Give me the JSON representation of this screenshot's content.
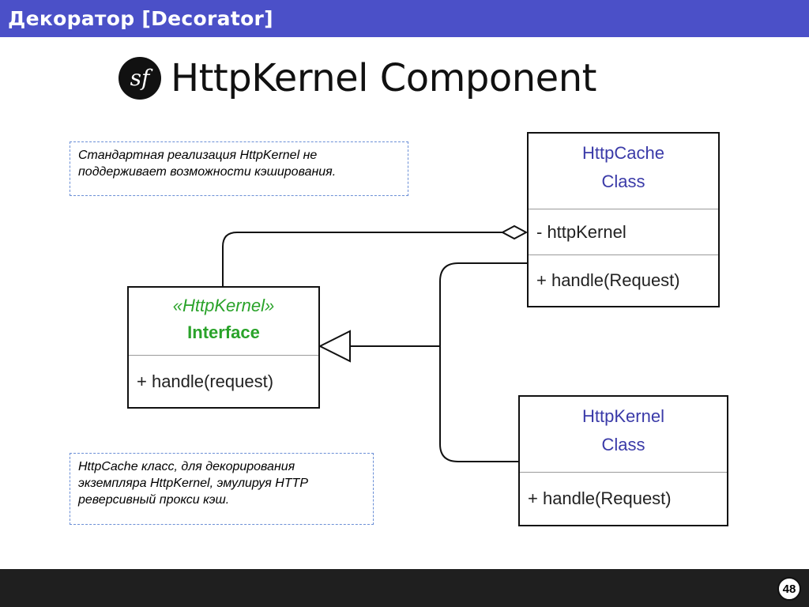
{
  "header": {
    "title": "Декоратор [Decorator]"
  },
  "heading": {
    "title": "HttpKernel Component",
    "logo_text": "sf"
  },
  "notes": {
    "top": {
      "lines": [
        "Стандартная реализация HttpKernel  не",
        "поддерживает возможности кэширования."
      ]
    },
    "bottom": {
      "lines": [
        "HttpCache класс, для декорирования",
        "экземпляра HttpKernel, эмулируя HTTP",
        "реверсивный прокси кэш."
      ]
    }
  },
  "uml": {
    "http_cache": {
      "name": "HttpCache",
      "stereotype": "Class",
      "attribute": "-  httpKernel",
      "method": "+ handle(Request)"
    },
    "interface": {
      "stereotype": "«HttpKernel»",
      "name": "Interface",
      "method": "+ handle(request)"
    },
    "http_kernel": {
      "name": "HttpKernel",
      "stereotype": "Class",
      "method": "+ handle(Request)"
    }
  },
  "footer": {
    "page_number": "48"
  },
  "colors": {
    "header_bg": "#4b50c8",
    "class_name": "#3a3aa8",
    "interface_name": "#2aa32a",
    "footer_bg": "#1f1f1f",
    "note_border": "#6b8fd6"
  }
}
